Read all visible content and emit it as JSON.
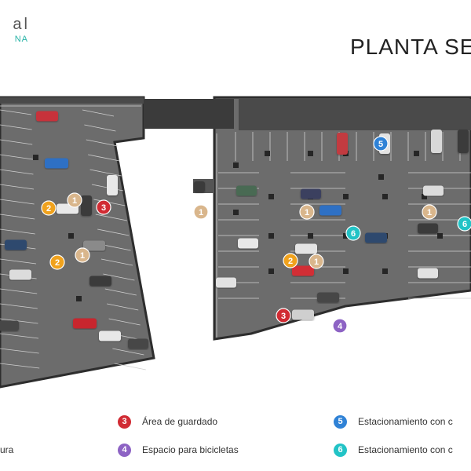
{
  "logo": {
    "line1": "al",
    "line2": "NA"
  },
  "title": "PLANTA SE",
  "legend": [
    {
      "num": "3",
      "label": "Área de guardado",
      "color": "#d12b33"
    },
    {
      "num": "4",
      "label": "Espacio para bicicletas",
      "color": "#8d63c4"
    },
    {
      "num": "5",
      "label": "Estacionamiento con c",
      "color": "#2f82d6"
    },
    {
      "num": "6",
      "label": "Estacionamiento con c",
      "color": "#22c3c6"
    }
  ],
  "legend_cut_text": "ura",
  "markers": [
    {
      "num": "1",
      "color": "#d9b68c"
    },
    {
      "num": "2",
      "color": "#f0a21d"
    },
    {
      "num": "3",
      "color": "#d12b33"
    },
    {
      "num": "4",
      "color": "#8d63c4"
    },
    {
      "num": "5",
      "color": "#2f82d6"
    },
    {
      "num": "6",
      "color": "#22c3c6"
    }
  ],
  "colors": {
    "floor": "#6a6a6a",
    "wall": "#3a3a3a",
    "pillar": "#2a2a2a",
    "line": "#d8d8d8"
  }
}
